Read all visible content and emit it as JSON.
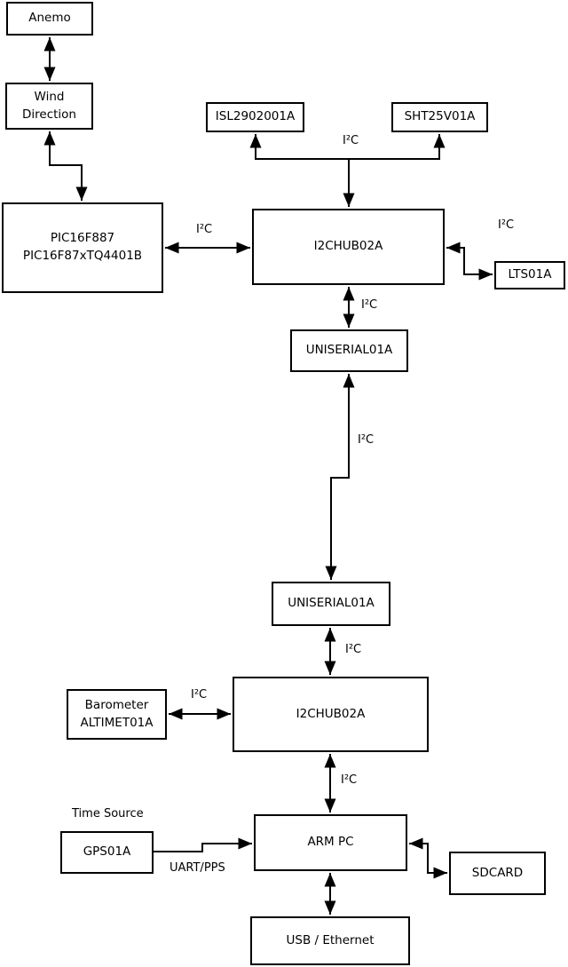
{
  "diagram": {
    "nodes": {
      "anemo": {
        "label": "Anemo"
      },
      "wind_direction": {
        "label": "Wind\nDirection"
      },
      "pic": {
        "label": "PIC16F887\nPIC16F87xTQ4401B"
      },
      "isl": {
        "label": "ISL2902001A"
      },
      "sht": {
        "label": "SHT25V01A"
      },
      "i2chub_top": {
        "label": "I2CHUB02A"
      },
      "lts": {
        "label": "LTS01A"
      },
      "uniserial_top": {
        "label": "UNISERIAL01A"
      },
      "uniserial_bottom": {
        "label": "UNISERIAL01A"
      },
      "i2chub_bottom": {
        "label": "I2CHUB02A"
      },
      "barometer": {
        "label": "Barometer\nALTIMET01A"
      },
      "arm_pc": {
        "label": "ARM PC"
      },
      "gps": {
        "label": "GPS01A"
      },
      "sdcard": {
        "label": "SDCARD"
      },
      "usb_ethernet": {
        "label": "USB / Ethernet"
      }
    },
    "edge_labels": {
      "i2c_isl_sht": "I²C",
      "i2c_pic_hub": "I²C",
      "i2c_hub_lts": "I²C",
      "i2c_hub_uniserial": "I²C",
      "i2c_uniserial_link": "I²C",
      "i2c_uniserial_hub2": "I²C",
      "i2c_baro_hub2": "I²C",
      "i2c_hub2_arm": "I²C",
      "time_source": "Time Source",
      "uart_pps": "UART/PPS"
    },
    "connections": [
      {
        "from": "Anemo",
        "to": "Wind Direction",
        "label": "",
        "bidirectional": true
      },
      {
        "from": "Wind Direction",
        "to": "PIC16F887 PIC16F87xTQ4401B",
        "label": "",
        "bidirectional": true
      },
      {
        "from": "PIC16F887 PIC16F87xTQ4401B",
        "to": "I2CHUB02A (top)",
        "label": "I²C",
        "bidirectional": true
      },
      {
        "from": "I2CHUB02A (top)",
        "to": "ISL2902001A",
        "label": "I²C",
        "bidirectional": true
      },
      {
        "from": "I2CHUB02A (top)",
        "to": "SHT25V01A",
        "label": "I²C",
        "bidirectional": true
      },
      {
        "from": "I2CHUB02A (top)",
        "to": "LTS01A",
        "label": "I²C",
        "bidirectional": true
      },
      {
        "from": "I2CHUB02A (top)",
        "to": "UNISERIAL01A (top)",
        "label": "I²C",
        "bidirectional": true
      },
      {
        "from": "UNISERIAL01A (top)",
        "to": "UNISERIAL01A (bottom)",
        "label": "I²C",
        "bidirectional": true
      },
      {
        "from": "UNISERIAL01A (bottom)",
        "to": "I2CHUB02A (bottom)",
        "label": "I²C",
        "bidirectional": true
      },
      {
        "from": "Barometer ALTIMET01A",
        "to": "I2CHUB02A (bottom)",
        "label": "I²C",
        "bidirectional": true
      },
      {
        "from": "I2CHUB02A (bottom)",
        "to": "ARM PC",
        "label": "I²C",
        "bidirectional": true
      },
      {
        "from": "GPS01A",
        "to": "ARM PC",
        "label": "UART/PPS",
        "bidirectional": false
      },
      {
        "from": "ARM PC",
        "to": "SDCARD",
        "label": "",
        "bidirectional": true
      },
      {
        "from": "ARM PC",
        "to": "USB / Ethernet",
        "label": "",
        "bidirectional": true
      }
    ],
    "colors": {
      "line": "#000000",
      "box_fill": "#ffffff",
      "background": "#ffffff"
    }
  }
}
